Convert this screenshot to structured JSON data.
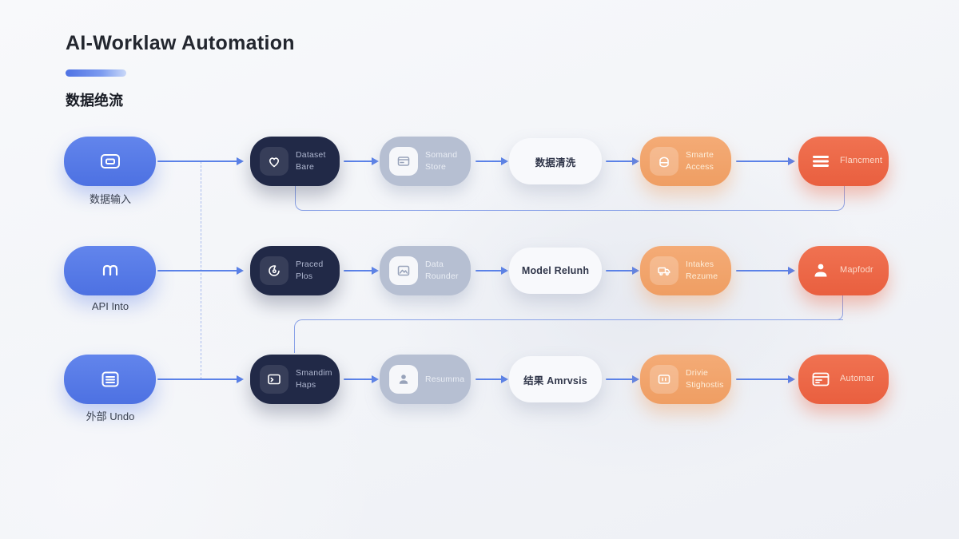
{
  "header": {
    "title": "AI-Worklaw Automation",
    "subtitle": "数据绝流"
  },
  "inputs": [
    {
      "label": "数据输入",
      "icon": "window-icon"
    },
    {
      "label": "API Into",
      "icon": "brackets-icon"
    },
    {
      "label": "外部 Undo",
      "icon": "document-lines-icon"
    }
  ],
  "rows": [
    {
      "process": {
        "line1": "Dataset",
        "line2": "Bare",
        "icon": "heart-icon"
      },
      "store": {
        "line1": "Somand",
        "line2": "Store",
        "icon": "card-icon"
      },
      "stage": {
        "label": "数据清洗"
      },
      "service": {
        "line1": "Smarte",
        "line2": "Access",
        "icon": "stack-icon"
      },
      "output": {
        "label": "Flancment",
        "icon": "menu-bars-icon"
      }
    },
    {
      "process": {
        "line1": "Praced",
        "line2": "Plos",
        "icon": "gauge-icon"
      },
      "store": {
        "line1": "Data",
        "line2": "Rounder",
        "icon": "image-icon"
      },
      "stage": {
        "label": "Model Relunh"
      },
      "service": {
        "line1": "Intakes",
        "line2": "Rezume",
        "icon": "truck-icon"
      },
      "output": {
        "label": "Mapfodr",
        "icon": "user-icon"
      }
    },
    {
      "process": {
        "line1": "Smandim",
        "line2": "Haps",
        "icon": "terminal-icon"
      },
      "store": {
        "line1": "Resumma",
        "line2": "",
        "icon": "person-icon"
      },
      "stage": {
        "label": "结果 Amrvsis"
      },
      "service": {
        "line1": "Drivie",
        "line2": "Stighostis",
        "icon": "monitor-icon"
      },
      "output": {
        "label": "Automar",
        "icon": "card-lines-icon"
      }
    }
  ],
  "colors": {
    "accent_blue": "#4d71e2",
    "dark_navy": "#212947",
    "gray_node": "#b6bfd2",
    "light_orange": "#f1a46c",
    "red_orange": "#ec6847",
    "arrow_blue": "#5b82e8"
  }
}
